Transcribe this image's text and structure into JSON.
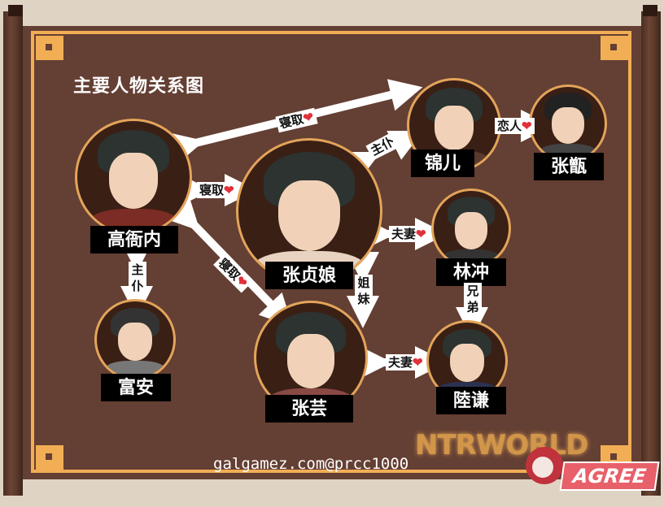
{
  "title": "主要人物关系图",
  "characters": [
    {
      "id": "gao",
      "name": "高衙内"
    },
    {
      "id": "zhenniang",
      "name": "张贞娘"
    },
    {
      "id": "jiner",
      "name": "锦儿"
    },
    {
      "id": "zhangyi",
      "name": "张甑"
    },
    {
      "id": "linchong",
      "name": "林冲"
    },
    {
      "id": "fuan",
      "name": "富安"
    },
    {
      "id": "zhangyun",
      "name": "张芸"
    },
    {
      "id": "luqian",
      "name": "陸谦"
    }
  ],
  "relations": [
    {
      "from": "高衙内",
      "to": "锦儿",
      "label": "寝取",
      "heart": true
    },
    {
      "from": "高衙内",
      "to": "张贞娘",
      "label": "寝取",
      "heart": true
    },
    {
      "from": "高衙内",
      "to": "张芸",
      "label": "寝取",
      "heart": true
    },
    {
      "from": "张贞娘",
      "to": "锦儿",
      "label": "主仆",
      "heart": false
    },
    {
      "from": "锦儿",
      "to": "张甑",
      "label": "恋人",
      "heart": true
    },
    {
      "from": "张贞娘",
      "to": "林冲",
      "label": "夫妻",
      "heart": true
    },
    {
      "from": "张贞娘",
      "to": "张芸",
      "label": "姐妹",
      "heart": false
    },
    {
      "from": "林冲",
      "to": "陸谦",
      "label": "兄弟",
      "heart": false
    },
    {
      "from": "张芸",
      "to": "陸谦",
      "label": "夫妻",
      "heart": true
    },
    {
      "from": "高衙内",
      "to": "富安",
      "label": "主仆",
      "heart": false
    }
  ],
  "heart_glyph": "❤",
  "watermark": "galgamez.com@prcc1000",
  "brand_ntr": "NTRWORLD",
  "brand_agree": "AGREE",
  "colors": {
    "board": "#643f33",
    "frame": "#f2ae55",
    "background": "#dfd4c4",
    "heart": "#e0313a"
  }
}
